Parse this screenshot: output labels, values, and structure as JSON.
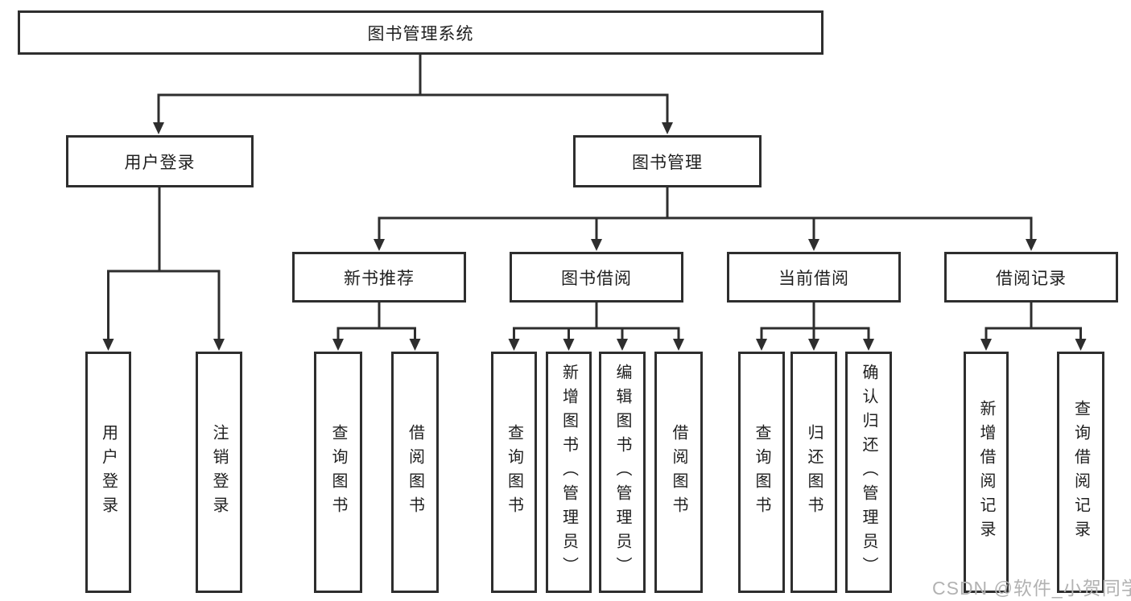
{
  "diagram": {
    "title": "图书管理系统",
    "branches": [
      {
        "label": "用户登录",
        "children": [
          "用户登录",
          "注销登录"
        ]
      },
      {
        "label": "图书管理",
        "sections": [
          {
            "label": "新书推荐",
            "children": [
              "查询图书",
              "借阅图书"
            ]
          },
          {
            "label": "图书借阅",
            "children": [
              "查询图书",
              "新增图书（管理员）",
              "编辑图书（管理员）",
              "借阅图书"
            ]
          },
          {
            "label": "当前借阅",
            "children": [
              "查询图书",
              "归还图书",
              "确认归还（管理员）"
            ]
          },
          {
            "label": "借阅记录",
            "children": [
              "新增借阅记录",
              "查询借阅记录"
            ]
          }
        ]
      }
    ]
  },
  "watermark": {
    "text": "CSDN @软件_小贺同学"
  },
  "colors": {
    "line": "#2e2e2e",
    "text": "#1f1f1f",
    "watermark": "#b2b2b2",
    "background": "#ffffff"
  }
}
